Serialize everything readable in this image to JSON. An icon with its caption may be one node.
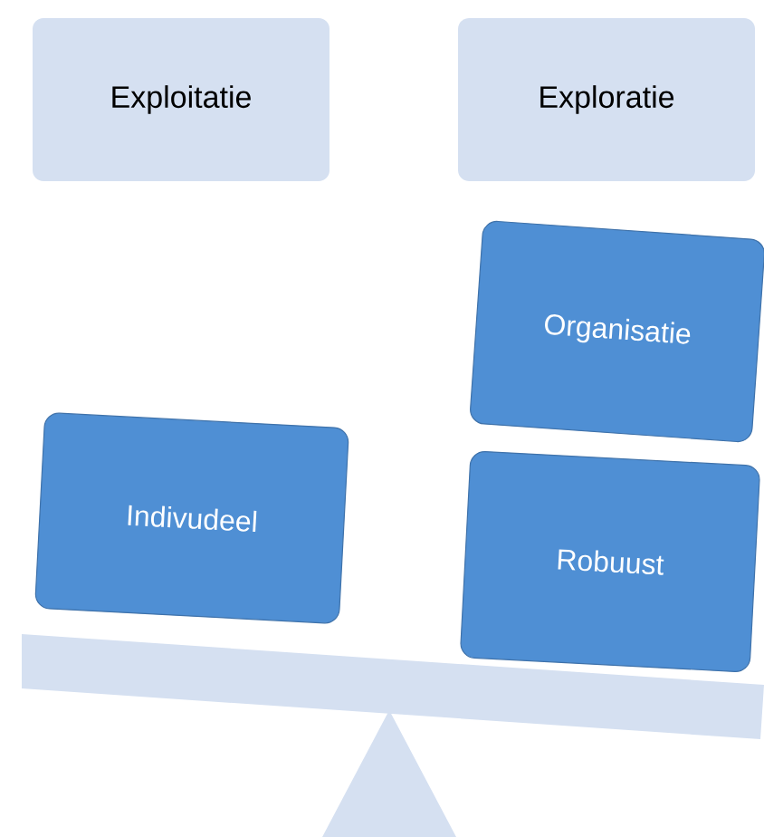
{
  "diagram": {
    "nodes": [
      {
        "text": [
          "Exploitatie"
        ]
      },
      {
        "text": [
          "Exploratie"
        ]
      },
      {
        "text": [
          "Organisatie"
        ]
      },
      {
        "text": [
          "Indivudeel"
        ]
      },
      {
        "text": [
          "Robuust"
        ]
      }
    ]
  }
}
